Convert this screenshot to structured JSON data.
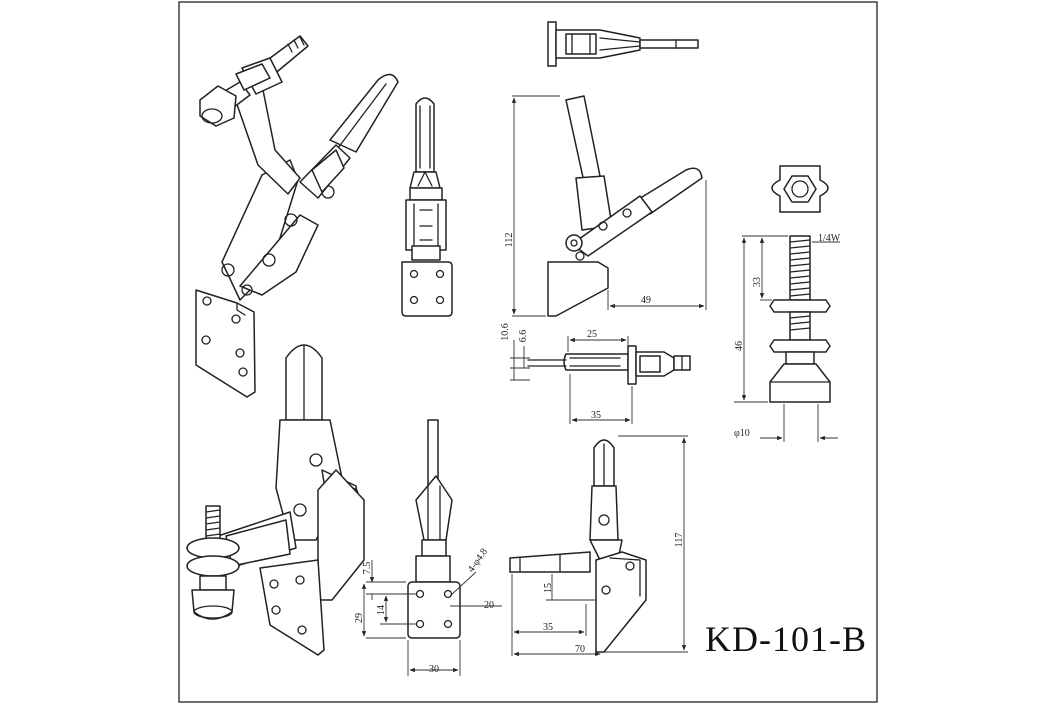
{
  "model_number": "KD-101-B",
  "dimensions": {
    "top_side_height": "112",
    "top_side_width": "49",
    "plan_10_6": "10.6",
    "plan_6_6": "6.6",
    "plan_25": "25",
    "plan_35": "35",
    "spindle_thread": "1/4W",
    "spindle_33": "33",
    "spindle_46": "46",
    "spindle_dia": "φ10",
    "base_7_5": "7.5",
    "base_14": "14",
    "base_29": "29",
    "base_holes": "4-φ4.8",
    "base_20": "20",
    "base_30": "30",
    "side_height": "117",
    "side_15": "15",
    "side_35": "35",
    "side_70": "70"
  }
}
